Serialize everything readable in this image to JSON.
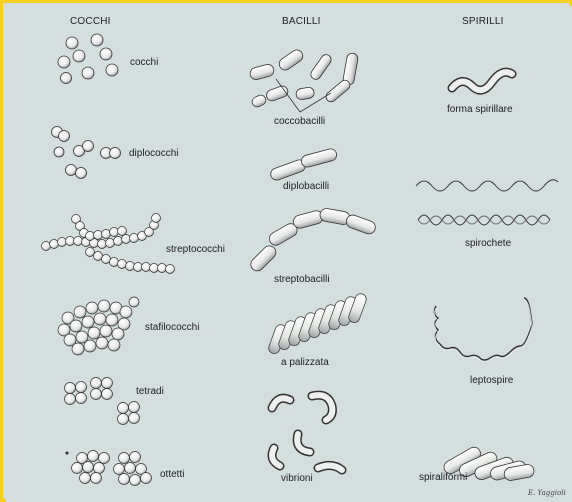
{
  "columns": {
    "cocchi": "COCCHI",
    "bacilli": "BACILLI",
    "spirilli": "SPIRILLI"
  },
  "labels": {
    "cocchi": "cocchi",
    "diplococchi": "diplococchi",
    "streptococchi": "streptococchi",
    "stafilococchi": "stafilococchi",
    "tetradi": "tetradi",
    "ottetti": "ottetti",
    "coccobacilli": "coccobacilli",
    "diplobacilli": "diplobacilli",
    "streptobacilli": "streptobacilli",
    "palizzata": "a palizzata",
    "vibrioni": "vibrioni",
    "spirillare": "forma spirillare",
    "spirochete": "spirochete",
    "leptospire": "leptospire",
    "spiraliformi": "spiraliformi"
  },
  "signature": "E. Yaggioli",
  "colors": {
    "background": "#d4dedd",
    "border": "#f5d020",
    "ink": "#333333",
    "cell_fill": "#eef0ee"
  }
}
